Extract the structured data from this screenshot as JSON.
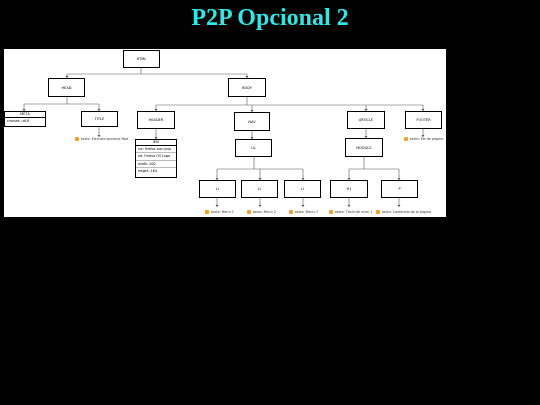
{
  "slide": {
    "title": "P2P Opcional 2"
  },
  "tree": {
    "html": "HTML",
    "head": "HEAD",
    "body": "BODY",
    "meta": {
      "label": "META",
      "attr": "charset: utf-8"
    },
    "title": "TITLE",
    "title_text": "texto: Ejercicio opcional Mod",
    "header": "HEADER",
    "img": {
      "label": "IMG",
      "attrs": [
        "src: firefox-icon.png",
        "alt: Firefox OS Logo",
        "width: 200",
        "height: 184"
      ]
    },
    "nav": "NAV",
    "ul": "UL",
    "li": [
      "LI",
      "LI",
      "LI"
    ],
    "li_text": [
      "texto: Menú 1",
      "texto: Menú 2",
      "texto: Menú 3"
    ],
    "article": "ARTICLE",
    "module": "MODULE",
    "h1": "H1",
    "h1_text": "texto: Título de nivel 1",
    "p": "P",
    "p_text": "texto: Contenido de la página",
    "footer": "FOOTER",
    "footer_text": "texto: Pie de página"
  }
}
